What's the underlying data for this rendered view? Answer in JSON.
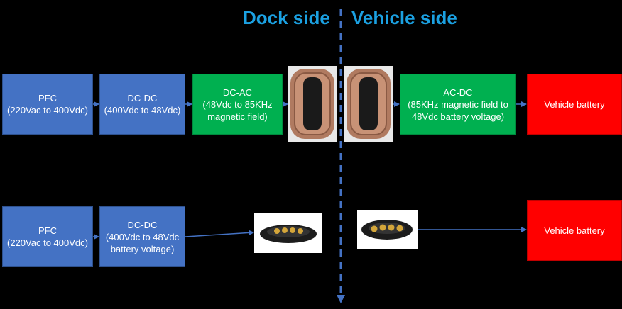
{
  "headings": {
    "dock": "Dock side",
    "vehicle": "Vehicle side"
  },
  "top_row": {
    "pfc": "PFC\n(220Vac to 400Vdc)",
    "dcdc": "DC-DC\n(400Vdc to 48Vdc)",
    "dcac": "DC-AC\n(48Vdc to 85KHz\nmagnetic field)",
    "acdc": "AC-DC\n(85KHz magnetic field to\n48Vdc battery voltage)",
    "battery": "Vehicle battery"
  },
  "bottom_row": {
    "pfc": "PFC\n(220Vac to 400Vdc)",
    "dcdc": "DC-DC\n(400Vdc to 48Vdc\nbattery voltage)",
    "battery": "Vehicle battery"
  },
  "colors": {
    "heading": "#1ba1e2",
    "divider": "#4472c4",
    "arrow": "#4472c4"
  },
  "icons": [
    "induction-coil-icon",
    "pogo-pin-connector-icon"
  ]
}
